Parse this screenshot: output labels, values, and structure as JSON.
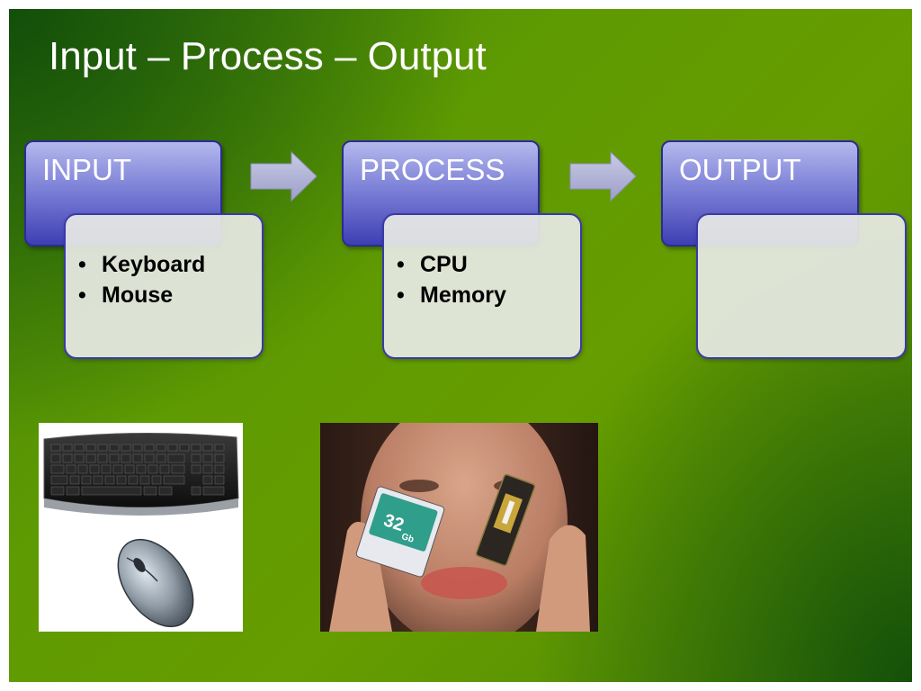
{
  "slide": {
    "title": "Input – Process – Output"
  },
  "stages": [
    {
      "label": "INPUT",
      "items": [
        "Keyboard",
        "Mouse"
      ]
    },
    {
      "label": "PROCESS",
      "items": [
        "CPU",
        "Memory"
      ]
    },
    {
      "label": "OUTPUT",
      "items": []
    }
  ],
  "bullet": "•",
  "photos": {
    "card_text": "32",
    "card_unit": "Gb"
  }
}
